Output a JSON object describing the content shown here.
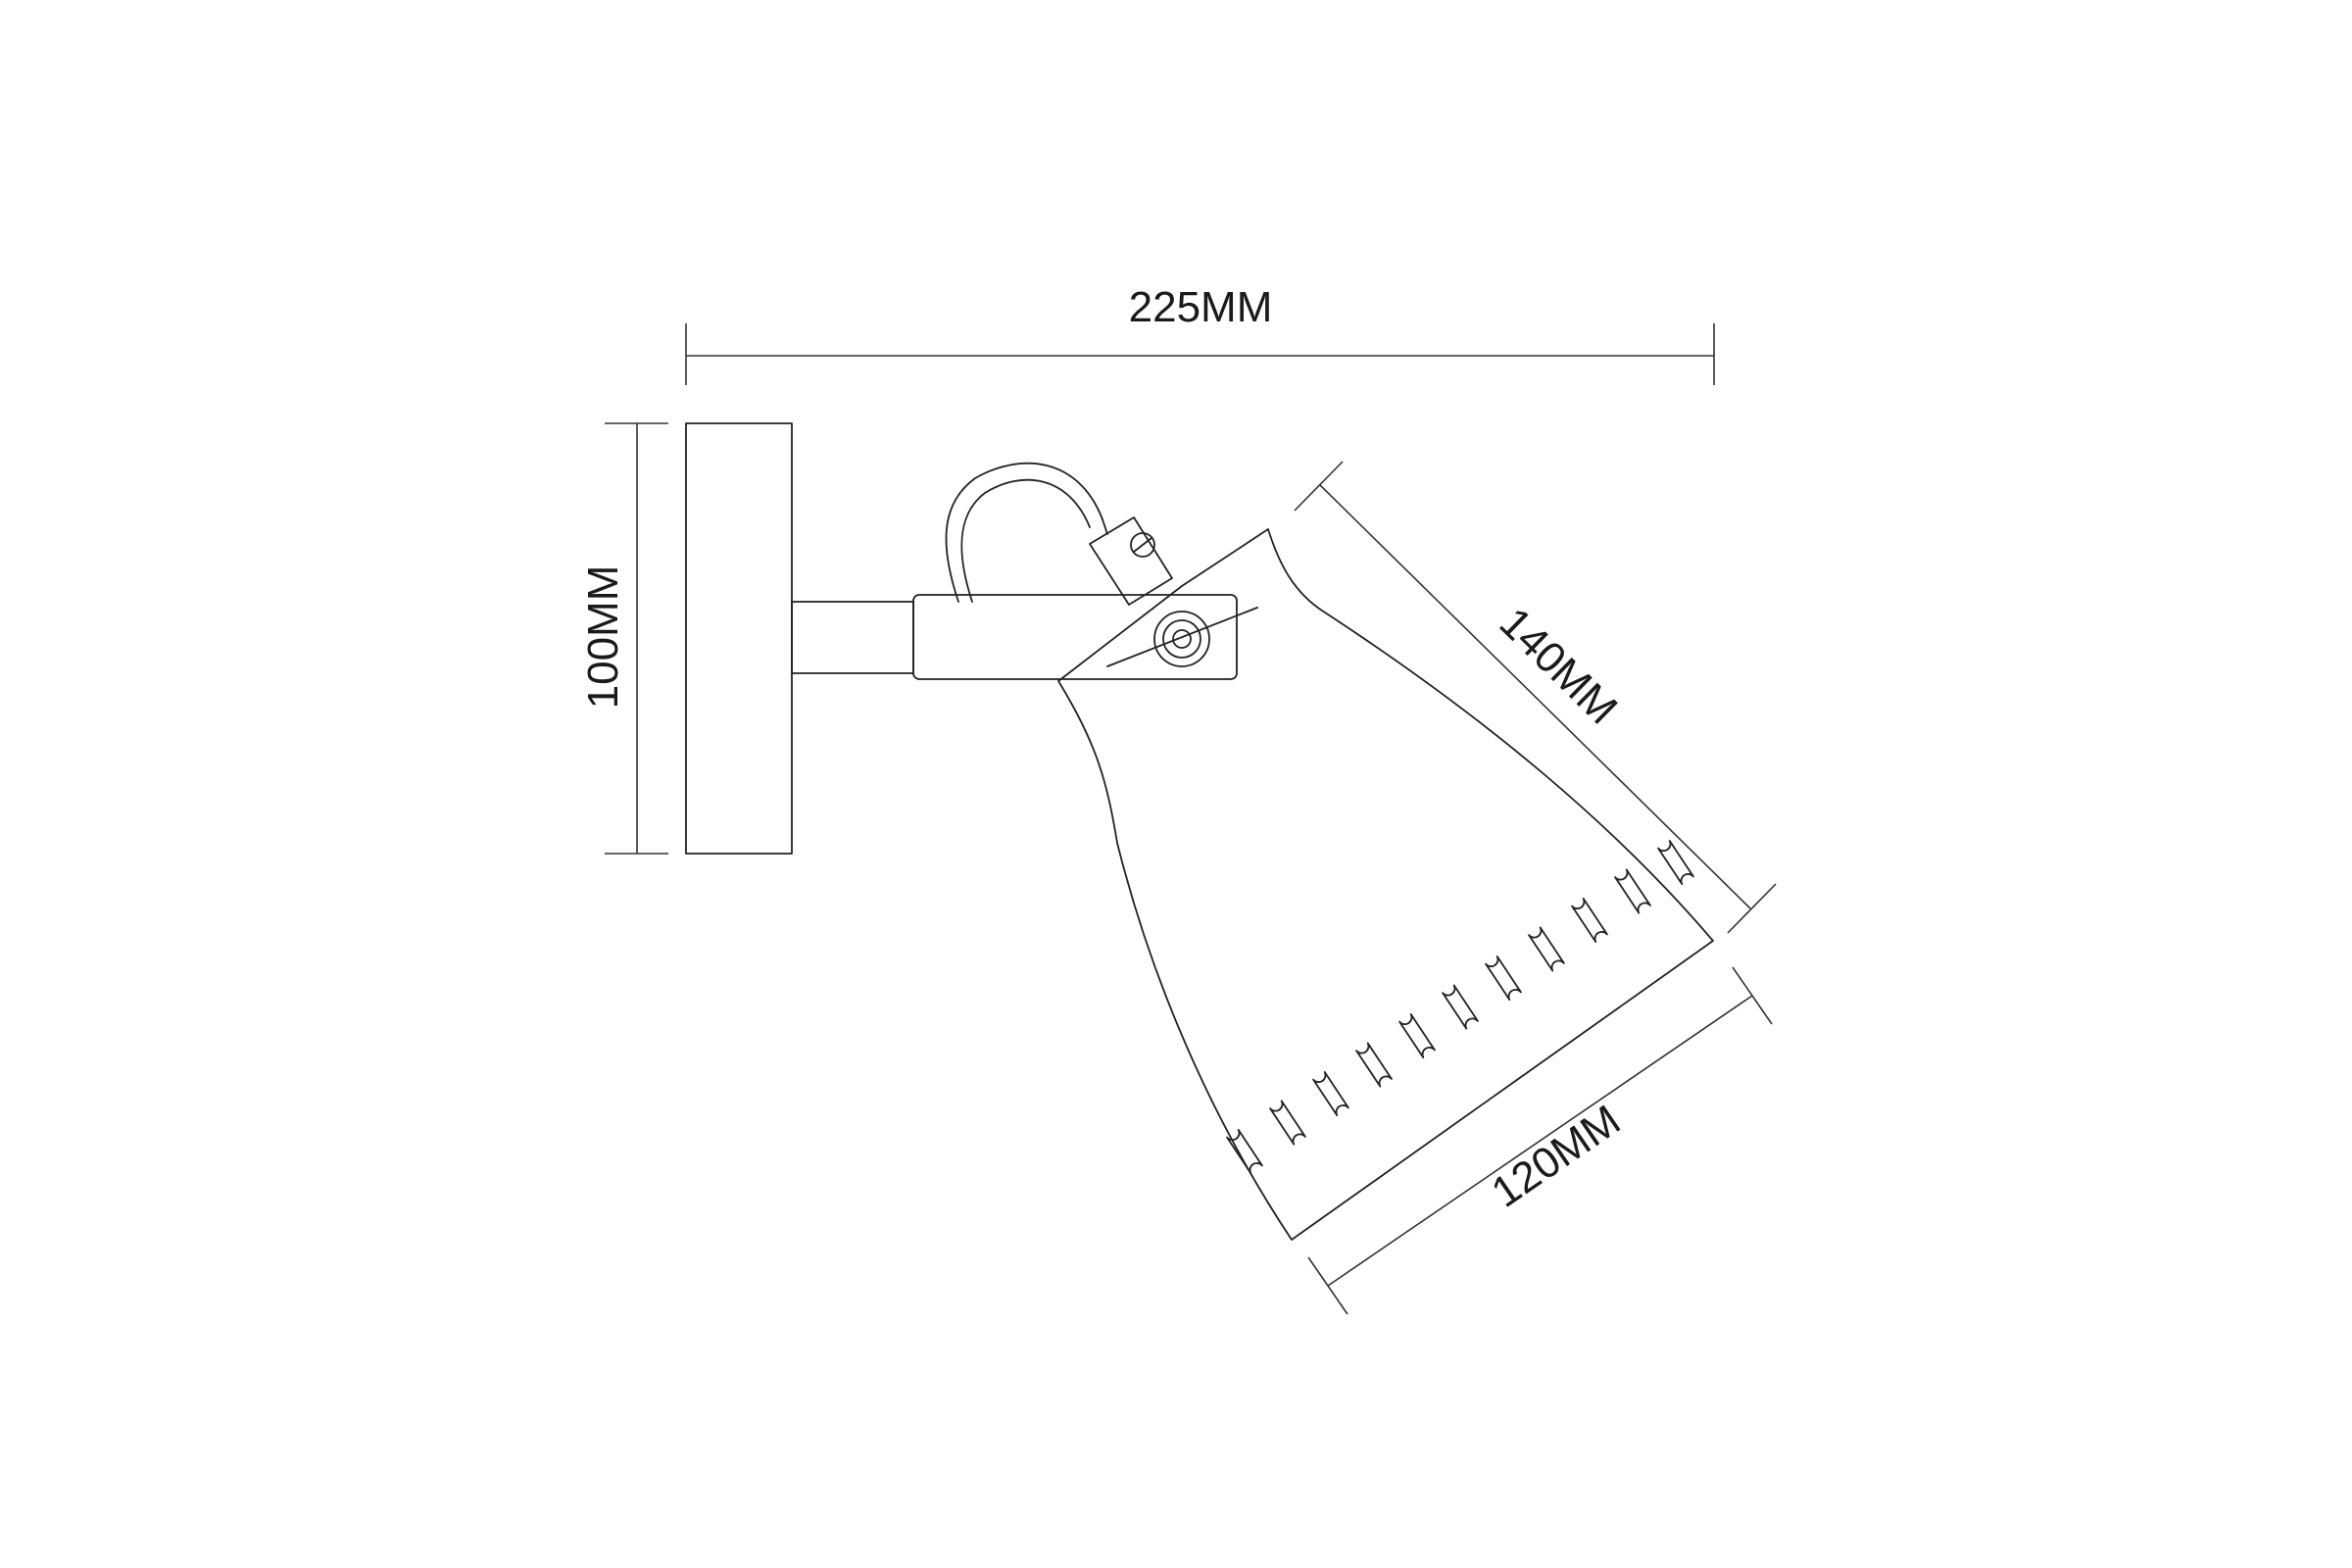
{
  "dimensions": {
    "width_label": "225MM",
    "height_label": "100MM",
    "shade_length_label": "140MM",
    "shade_opening_label": "120MM"
  },
  "colors": {
    "line": "#222222",
    "background": "#ffffff"
  }
}
